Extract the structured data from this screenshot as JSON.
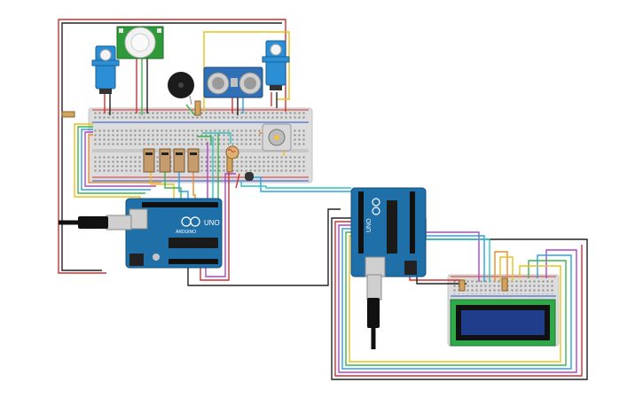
{
  "arduino_left": {
    "brand": "UNO",
    "maker": "ARDUINO"
  },
  "arduino_right": {
    "brand": "UNO"
  },
  "lcd": {
    "text": ""
  },
  "colors": {
    "arduino": "#1f6fa8",
    "breadboard": "#d9d9d9",
    "lcd_screen": "#1f3d8a",
    "wire_red": "#d32f2f",
    "wire_black": "#222222",
    "wire_yellow": "#e6c21a",
    "wire_blue": "#29a3e0",
    "wire_green": "#3bb54a",
    "wire_orange": "#f08a24",
    "wire_purple": "#b043c9",
    "wire_cyan": "#2bc4c4",
    "servo": "#2c8fd6"
  },
  "components": {
    "sensors": [
      "pir-sensor-icon",
      "ultrasonic-sensor-icon",
      "buzzer-icon",
      "servo-icon",
      "dc-motor-icon",
      "lcd-display-icon",
      "usb-cable-icon"
    ]
  }
}
